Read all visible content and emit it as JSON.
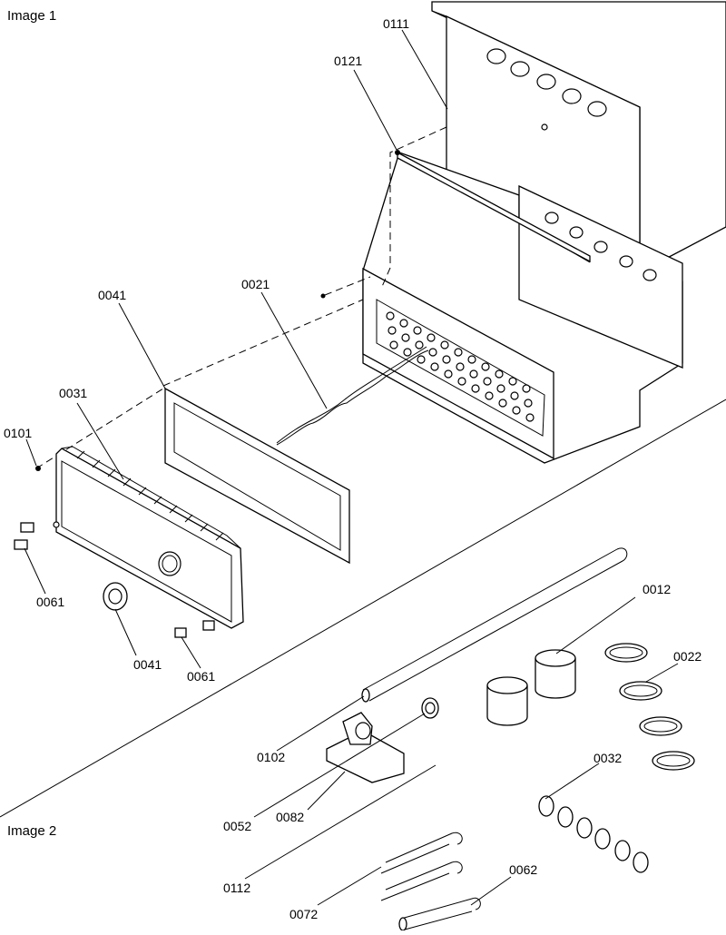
{
  "diagram": {
    "sections": [
      {
        "id": "image1",
        "title": "Image 1"
      },
      {
        "id": "image2",
        "title": "Image 2"
      }
    ],
    "callouts": {
      "c0111": "0111",
      "c0121": "0121",
      "c0021": "0021",
      "c0041_gasket": "0041",
      "c0031": "0031",
      "c0101": "0101",
      "c0061_left": "0061",
      "c0041_ring": "0041",
      "c0061_right": "0061",
      "c0012": "0012",
      "c0022": "0022",
      "c0032": "0032",
      "c0102": "0102",
      "c0052": "0052",
      "c0082": "0082",
      "c0112": "0112",
      "c0072": "0072",
      "c0062": "0062"
    }
  }
}
